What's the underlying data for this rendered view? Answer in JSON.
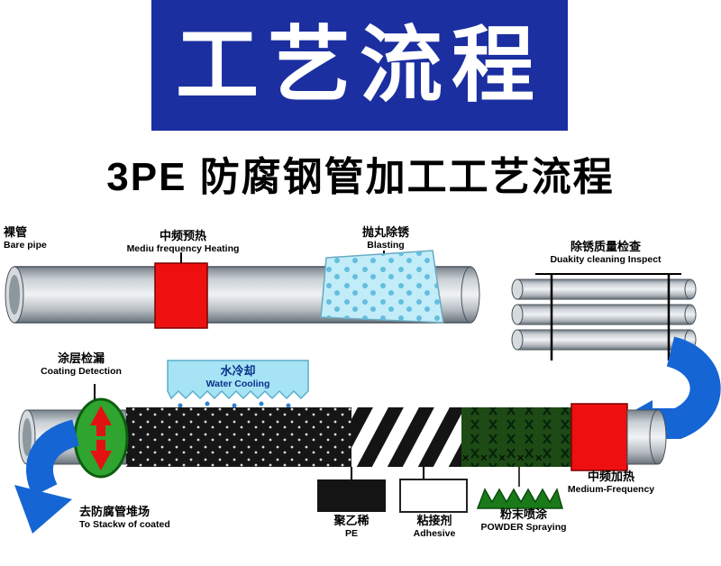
{
  "banner": {
    "title": "工艺流程"
  },
  "subtitle": "3PE 防腐钢管加工工艺流程",
  "labels": {
    "bare_pipe": {
      "cn": "裸管",
      "en": "Bare pipe"
    },
    "mf_preheat": {
      "cn": "中频预热",
      "en": "Mediu frequency Heating"
    },
    "blasting": {
      "cn": "抛丸除锈",
      "en": "Blasting"
    },
    "inspect": {
      "cn": "除锈质量检查",
      "en": "Duakity cleaning Inspect"
    },
    "coating_detection": {
      "cn": "涂层检漏",
      "en": "Coating Detection"
    },
    "water_cooling": {
      "cn": "水冷却",
      "en": "Water Cooling"
    },
    "to_stack": {
      "cn": "去防腐管堆场",
      "en": "To Stackw of coated"
    },
    "pe": {
      "cn": "聚乙稀",
      "en": "PE"
    },
    "adhesive": {
      "cn": "粘接剂",
      "en": "Adhesive"
    },
    "powder_spraying": {
      "cn": "粉末喷涂",
      "en": "POWDER Spraying"
    },
    "mf_heating": {
      "cn": "中频加热",
      "en": "Medium-Frequency"
    },
    "spray_marks": "✕ ✕ ✕ ✕ ✕"
  },
  "colors": {
    "banner_bg": "#1b2fa0",
    "arrow_blue": "#1565d4",
    "heater_red": "#ee1010",
    "blasting_blue": "#c2ecf8",
    "cooling_blue": "#a6e3f4",
    "detector_green": "#2fa42f",
    "pe_section_green": "#1d4a15"
  }
}
